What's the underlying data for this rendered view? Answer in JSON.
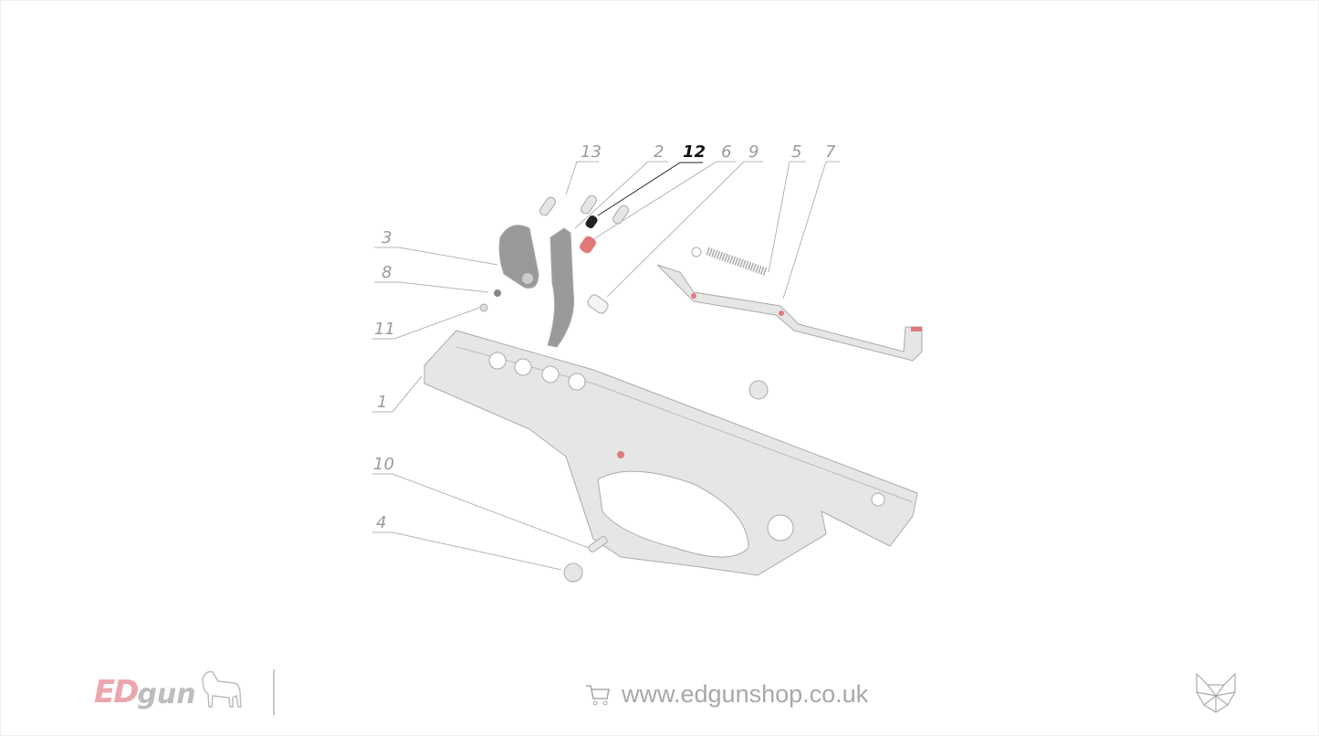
{
  "diagram": {
    "callouts": [
      {
        "id": "13",
        "label": "13"
      },
      {
        "id": "2",
        "label": "2"
      },
      {
        "id": "12",
        "label": "12",
        "highlighted": true
      },
      {
        "id": "6",
        "label": "6"
      },
      {
        "id": "9",
        "label": "9"
      },
      {
        "id": "5",
        "label": "5"
      },
      {
        "id": "7",
        "label": "7"
      },
      {
        "id": "3",
        "label": "3"
      },
      {
        "id": "8",
        "label": "8"
      },
      {
        "id": "11",
        "label": "11"
      },
      {
        "id": "1",
        "label": "1"
      },
      {
        "id": "10",
        "label": "10"
      },
      {
        "id": "4",
        "label": "4"
      }
    ],
    "colors": {
      "part": "#e6e6e6",
      "accent_red": "#e07a7a",
      "highlight": "#111111",
      "leader": "#b5b5b5"
    }
  },
  "footer": {
    "brand_ed": "ED",
    "brand_gun": "gun",
    "shop_icon": "shopping-cart-icon",
    "shop_url": "www.edgunshop.co.uk",
    "wolf_icon": "wolf-head-logo-icon"
  }
}
